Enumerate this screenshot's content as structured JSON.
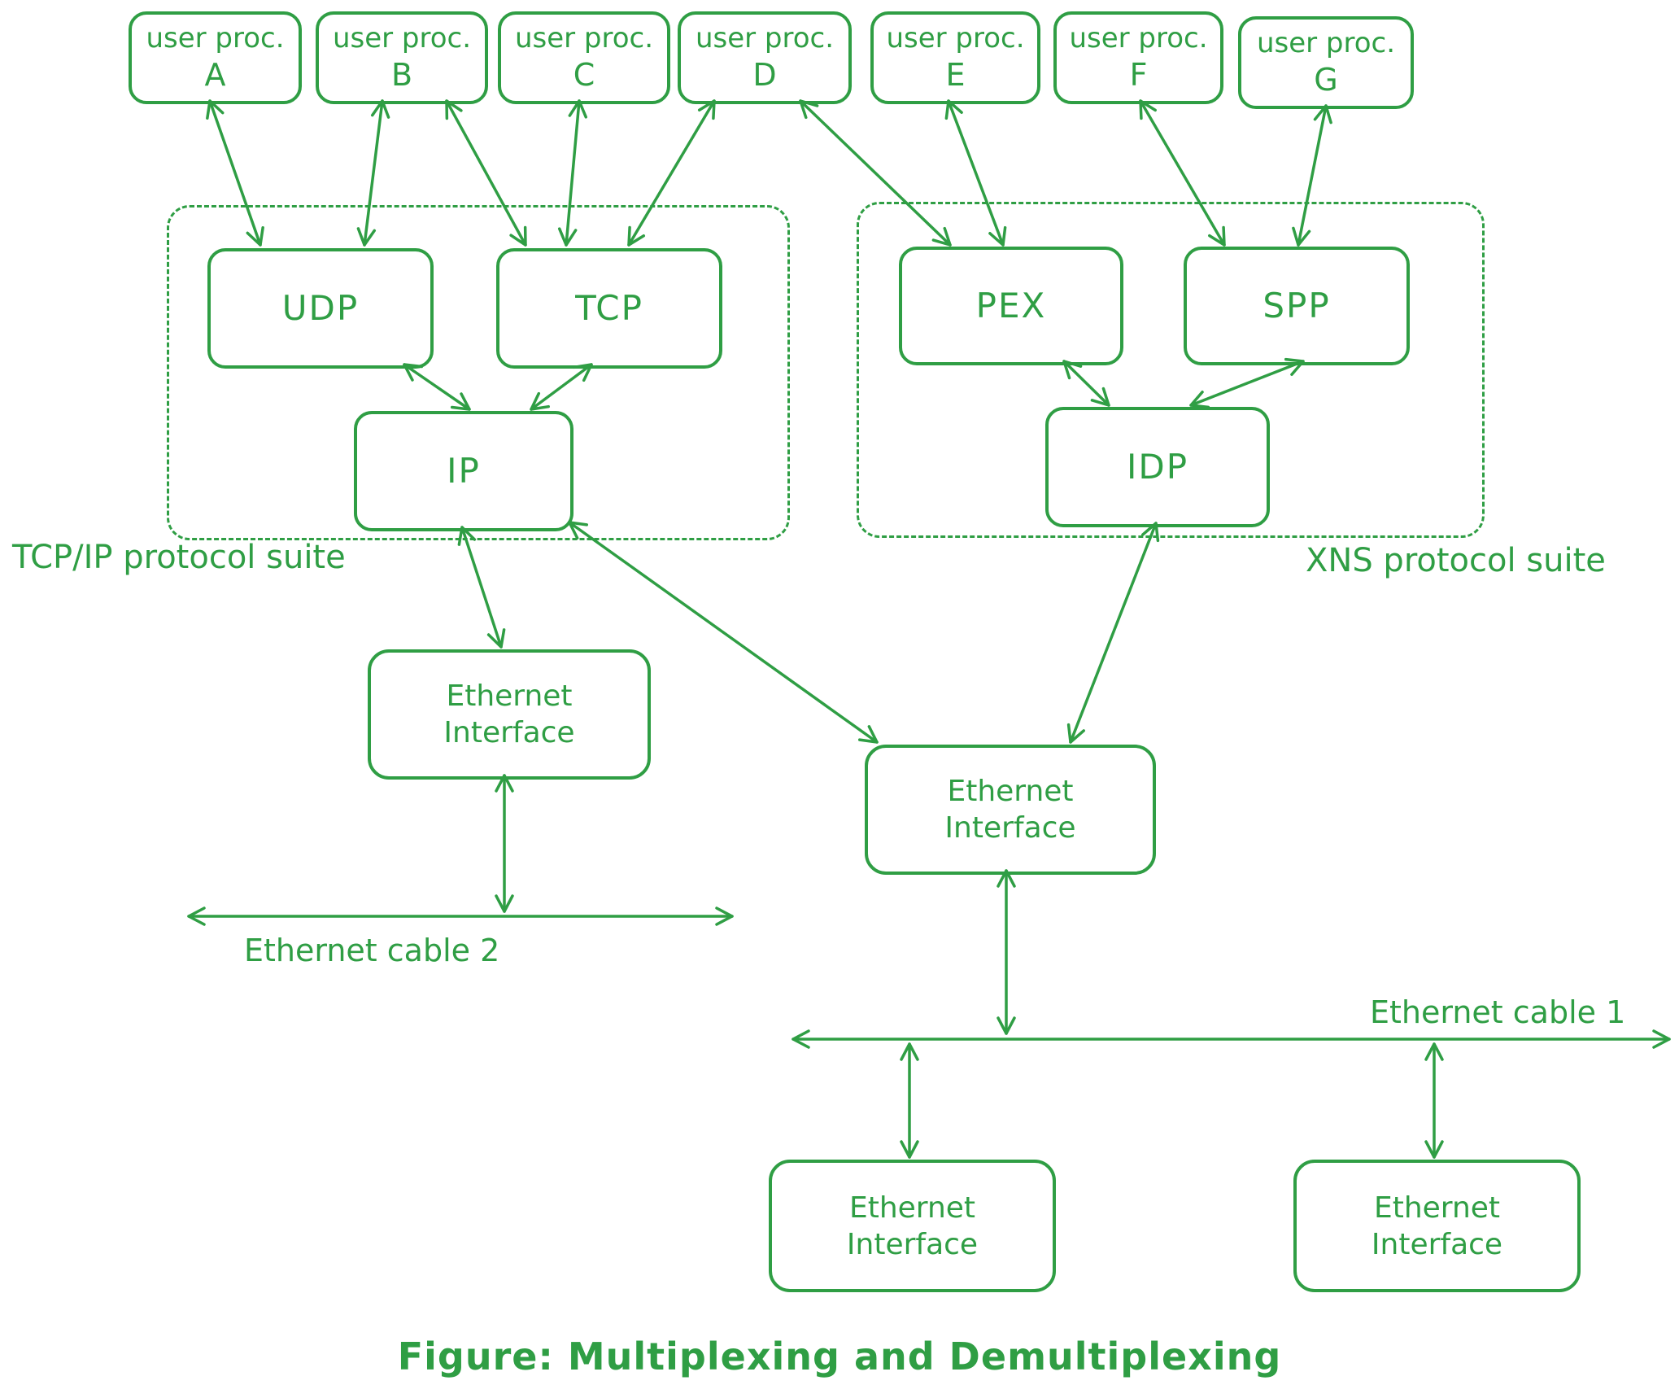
{
  "diagram": {
    "caption": "Figure: Multiplexing and Demultiplexing",
    "colors": {
      "stroke": "#2f9e44",
      "background": "#ffffff"
    },
    "user_processes": [
      {
        "line1": "user proc.",
        "letter": "A"
      },
      {
        "line1": "user proc.",
        "letter": "B"
      },
      {
        "line1": "user proc.",
        "letter": "C"
      },
      {
        "line1": "user proc.",
        "letter": "D"
      },
      {
        "line1": "user proc.",
        "letter": "E"
      },
      {
        "line1": "user proc.",
        "letter": "F"
      },
      {
        "line1": "user proc.",
        "letter": "G"
      }
    ],
    "tcpip_suite": {
      "label": "TCP/IP protocol suite",
      "udp": "UDP",
      "tcp": "TCP",
      "ip": "IP"
    },
    "xns_suite": {
      "label": "XNS protocol suite",
      "pex": "PEX",
      "spp": "SPP",
      "idp": "IDP"
    },
    "ethernet_interface": {
      "line1": "Ethernet",
      "line2": "Interface"
    },
    "cable1_label": "Ethernet cable 1",
    "cable2_label": "Ethernet cable 2"
  }
}
